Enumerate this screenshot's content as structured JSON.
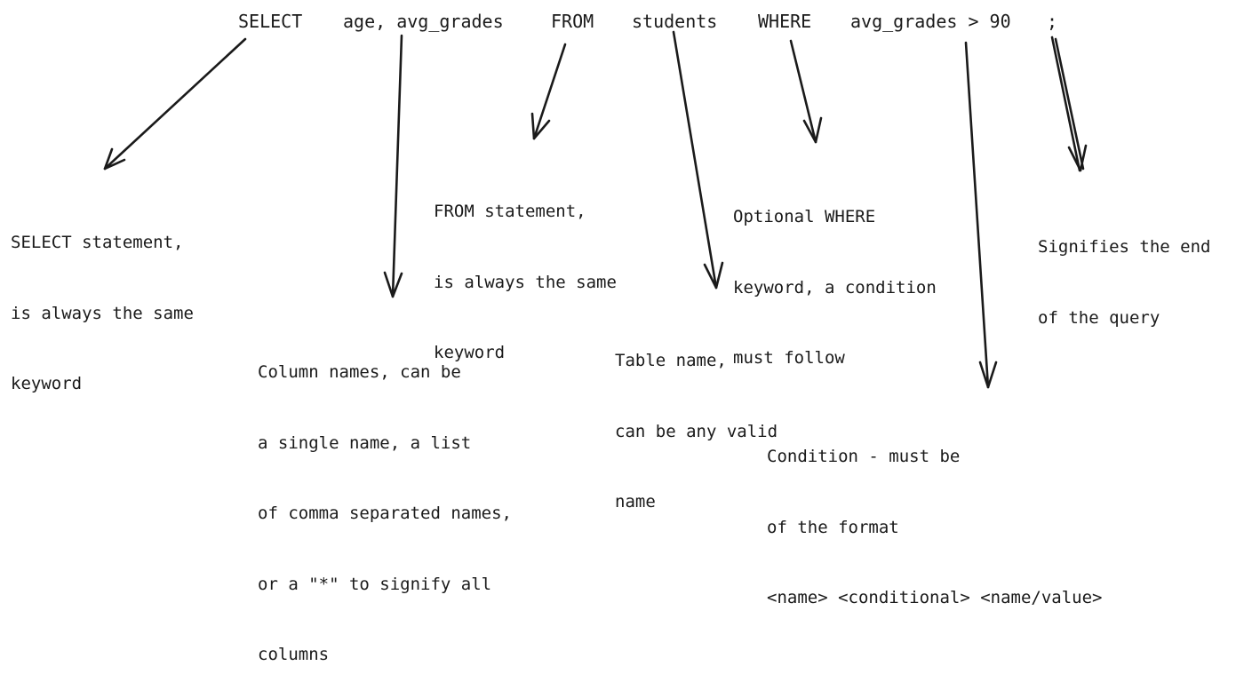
{
  "query": {
    "select_keyword": "SELECT",
    "columns": "age, avg_grades",
    "from_keyword": "FROM",
    "table": "students",
    "where_keyword": "WHERE",
    "condition": "avg_grades > 90",
    "terminator": ";"
  },
  "annotations": {
    "select": [
      "SELECT statement,",
      "is always the same",
      "keyword"
    ],
    "columns": [
      "Column names, can be",
      "a single name, a list",
      "of comma separated names,",
      "or a \"*\" to signify all",
      "columns"
    ],
    "from": [
      "FROM statement,",
      "is always the same",
      "keyword"
    ],
    "table": [
      "Table name,",
      "can be any valid",
      "name"
    ],
    "where": [
      "Optional WHERE",
      "keyword, a condition",
      "must follow"
    ],
    "condition": [
      "Condition - must be",
      "of the format",
      "<name> <conditional> <name/value>"
    ],
    "terminator": [
      "Signifies the end",
      "of the query"
    ]
  }
}
